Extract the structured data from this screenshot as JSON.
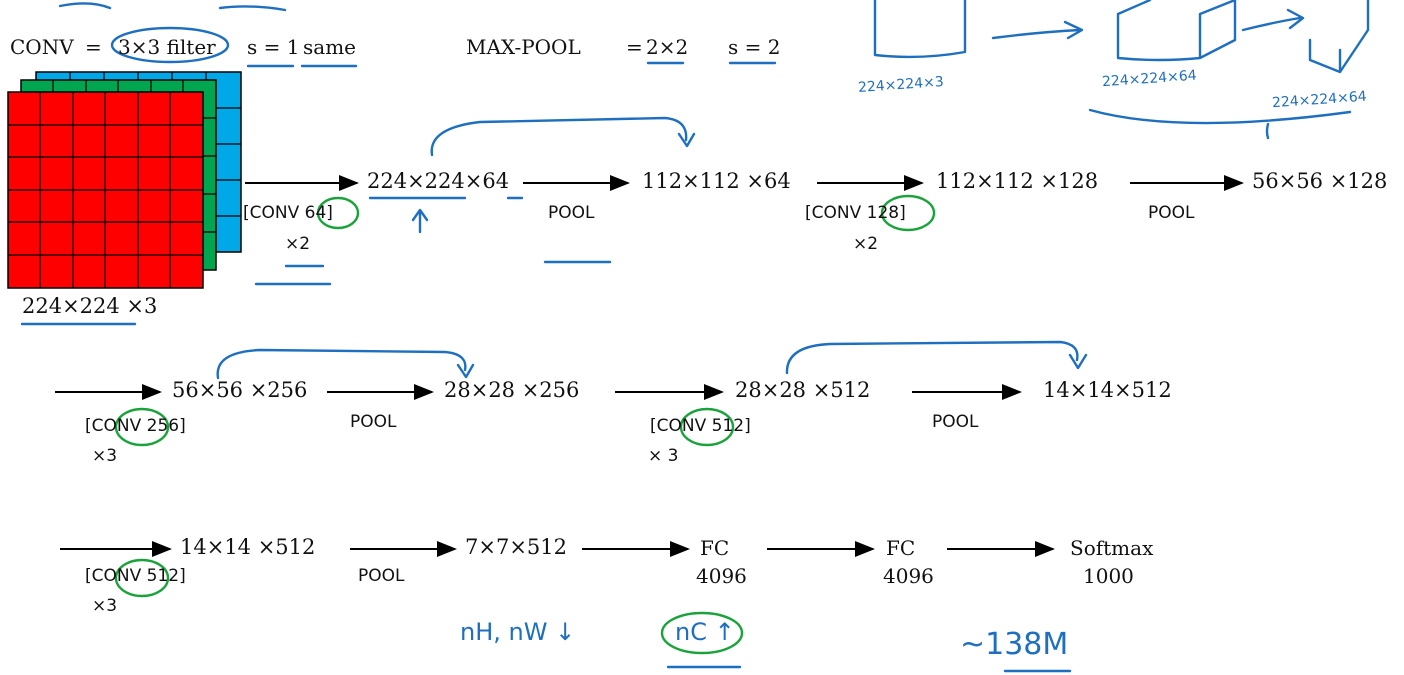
{
  "header": {
    "conv_label": "CONV",
    "conv_sep": "=",
    "conv_filter": "3×3 filter",
    "conv_stride": "s = 1",
    "conv_pad": "same",
    "pool_label": "MAX-POOL",
    "pool_sep": "=",
    "pool_size": "2×2",
    "pool_stride": "s = 2"
  },
  "input": {
    "dims": "224×224 ×3"
  },
  "row1": {
    "n1": "224×224×64",
    "n2": "112×112 ×64",
    "n3": "112×112 ×128",
    "n4": "56×56 ×128",
    "conv64": "[CONV 64]",
    "conv64_rep": "×2",
    "pool1": "POOL",
    "conv128": "[CONV 128]",
    "conv128_rep": "×2",
    "pool2": "POOL"
  },
  "row2": {
    "n1": "56×56 ×256",
    "n2": "28×28 ×256",
    "n3": "28×28 ×512",
    "n4": "14×14×512",
    "conv256": "[CONV 256]",
    "conv256_rep": "×3",
    "pool1": "POOL",
    "conv512": "[CONV 512]",
    "conv512_rep": "× 3",
    "pool2": "POOL"
  },
  "row3": {
    "n1": "14×14 ×512",
    "n2": "7×7×512",
    "fc1": "FC",
    "fc1_size": "4096",
    "fc2": "FC",
    "fc2_size": "4096",
    "softmax": "Softmax",
    "softmax_size": "1000",
    "conv512": "[CONV 512]",
    "conv512_rep": "×3",
    "pool": "POOL"
  },
  "handwriting": {
    "sketch1": "224×224×3",
    "sketch2": "224×224×64",
    "sketch3": "224×224×64",
    "nh_nw": "nH, nW ↓",
    "nc": "nC ↑",
    "params": "~138M"
  },
  "colors": {
    "red": "#ff0000",
    "green": "#00a64f",
    "blue": "#00a8e8",
    "ink_blue": "#1f6fc0",
    "ink_green": "#1aa33a"
  }
}
